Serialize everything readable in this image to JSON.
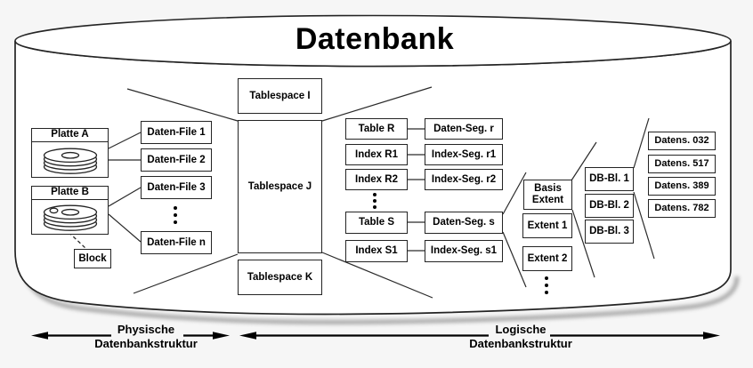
{
  "title": "Datenbank",
  "colors": {
    "background": "#f6f6f6",
    "stroke": "#242424",
    "box_background": "#ffffff",
    "shadow": "#8a8a8a"
  },
  "physical": {
    "disk_a": "Platte A",
    "disk_b": "Platte B",
    "block": "Block",
    "files": [
      "Daten-File 1",
      "Daten-File 2",
      "Daten-File 3",
      "Daten-File n"
    ]
  },
  "tablespaces": [
    "Tablespace I",
    "Tablespace J",
    "Tablespace K"
  ],
  "schema_objects": [
    {
      "name": "Table R",
      "segment": "Daten-Seg. r"
    },
    {
      "name": "Index R1",
      "segment": "Index-Seg. r1"
    },
    {
      "name": "Index R2",
      "segment": "Index-Seg. r2"
    },
    {
      "name": "Table S",
      "segment": "Daten-Seg. s"
    },
    {
      "name": "Index S1",
      "segment": "Index-Seg. s1"
    }
  ],
  "extents": [
    "Basis Extent",
    "Extent 1",
    "Extent 2"
  ],
  "db_blocks": [
    "DB-Bl. 1",
    "DB-Bl. 2",
    "DB-Bl. 3"
  ],
  "records": [
    "Datens. 032",
    "Datens. 517",
    "Datens. 389",
    "Datens. 782"
  ],
  "legend": {
    "physical_line1": "Physische",
    "physical_line2": "Datenbankstruktur",
    "logical_line1": "Logische",
    "logical_line2": "Datenbankstruktur"
  }
}
